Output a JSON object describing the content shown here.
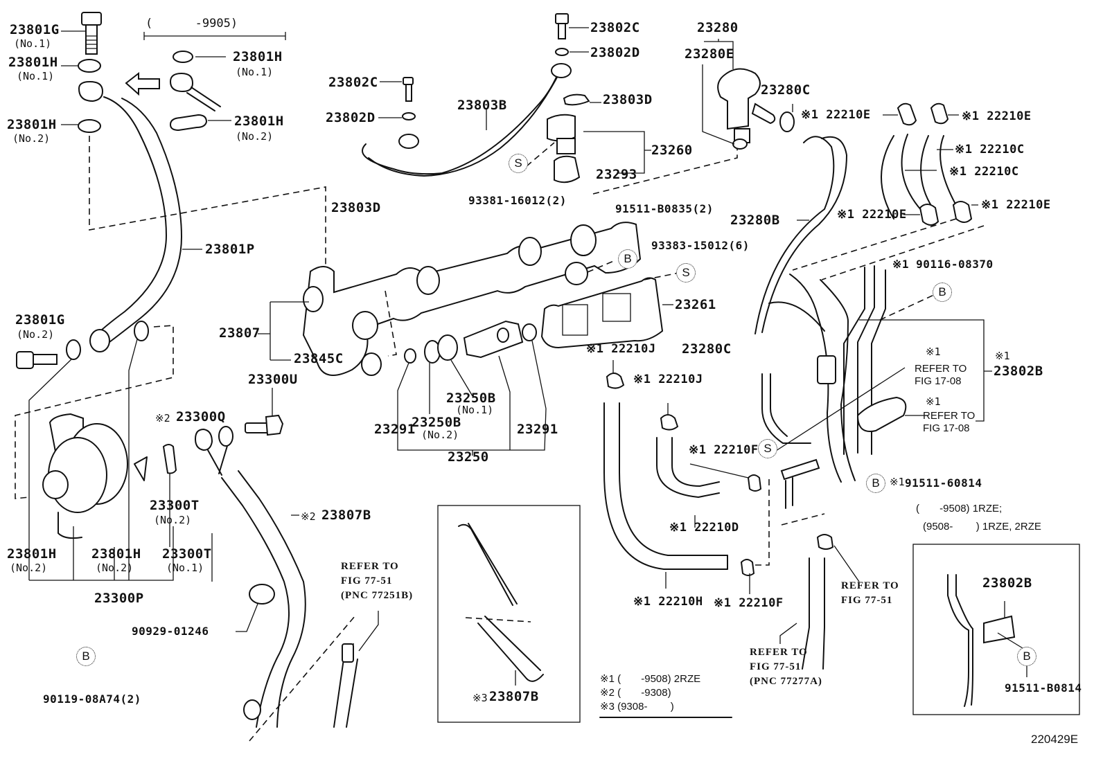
{
  "figure": {
    "id": "220429E",
    "type": "exploded parts diagram",
    "era_note_left": "(      -9905)",
    "callout_symbols": {
      "bolt": "B",
      "seal": "S"
    }
  },
  "labels": {
    "l23801G_1": "23801G",
    "l23801G_1_sub": "(No.1)",
    "l23801H_1a": "23801H",
    "l23801H_1a_sub": "(No.1)",
    "l23801H_2a": "23801H",
    "l23801H_2a_sub": "(No.2)",
    "l23801H_1b": "23801H",
    "l23801H_1b_sub": "(No.1)",
    "l23801H_2b": "23801H",
    "l23801H_2b_sub": "(No.2)",
    "l23801P": "23801P",
    "l23801G_2": "23801G",
    "l23801G_2_sub": "(No.2)",
    "l23807": "23807",
    "l23845C": "23845C",
    "l23300U": "23300U",
    "l23300Q_mark": "※2",
    "l23300Q": "23300Q",
    "l23300T_2": "23300T",
    "l23300T_2_sub": "(No.2)",
    "l23801H_2c": "23801H",
    "l23801H_2c_sub": "(No.2)",
    "l23801H_2d": "23801H",
    "l23801H_2d_sub": "(No.2)",
    "l23300T_1": "23300T",
    "l23300T_1_sub": "(No.1)",
    "l23300P": "23300P",
    "l90119": "90119-08A74(2)",
    "l90929": "90929-01246",
    "l23807B_2mark": "※2",
    "l23807B_2": "23807B",
    "l23807B_3mark": "※3",
    "l23807B_3": "23807B",
    "l23802C_a": "23802C",
    "l23802D_a": "23802D",
    "l23802C_b": "23802C",
    "l23802D_b": "23802D",
    "l23803B": "23803B",
    "l23803D_a": "23803D",
    "l23803D_b": "23803D",
    "l23260": "23260",
    "l23293": "23293",
    "l93381": "93381-16012(2)",
    "l91511_b0835": "91511-B0835(2)",
    "l93383": "93383-15012(6)",
    "l23261": "23261",
    "l23291_a": "23291",
    "l23291_b": "23291",
    "l23250B_1": "23250B",
    "l23250B_1_sub": "(No.1)",
    "l23250B_2": "23250B",
    "l23250B_2_sub": "(No.2)",
    "l23250": "23250",
    "l23280": "23280",
    "l23280E": "23280E",
    "l23280C_a": "23280C",
    "l23280C_b": "23280C",
    "l23280B": "23280B",
    "l22210E_a": "※1 22210E",
    "l22210E_b": "※1 22210E",
    "l22210C_a": "※1 22210C",
    "l22210C_b": "※1 22210C",
    "l22210E_c": "※1 22210E",
    "l22210E_d": "※1 22210E",
    "l90116": "※1 90116-08370",
    "l22210J_a": "※1 22210J",
    "l22210J_b": "※1 22210J",
    "l22210F_a": "※1 22210F",
    "l22210D": "※1 22210D",
    "l22210H": "※1 22210H",
    "l22210F_b": "※1 22210F",
    "l23802B_mark": "※1",
    "l23802B": "23802B",
    "l23802B_inset": "23802B",
    "l91511_60814_mark": "※1",
    "l91511_60814": "91511-60814",
    "l91511_b0814": "91511-B0814",
    "refer_17_08_a_mark": "※1",
    "refer_17_08_a": "REFER TO\nFIG 17-08",
    "refer_17_08_b_mark": "※1",
    "refer_17_08_b": "REFER TO\nFIG 17-08"
  },
  "references": {
    "r77251b": "REFER TO\nFIG 77-51\n(PNC 77251B)",
    "r77277a": "REFER TO\nFIG 77-51\n(PNC 77277A)",
    "r7751": "REFER TO\nFIG 77-51"
  },
  "inset": {
    "range_1": "(       -9508) 1RZE;",
    "range_2": "(9508-        ) 1RZE, 2RZE"
  },
  "legend": {
    "note1": "※1 (       -9508) 2RZE",
    "note2": "※2 (       -9308)",
    "note3": "※3 (9308-        )"
  }
}
